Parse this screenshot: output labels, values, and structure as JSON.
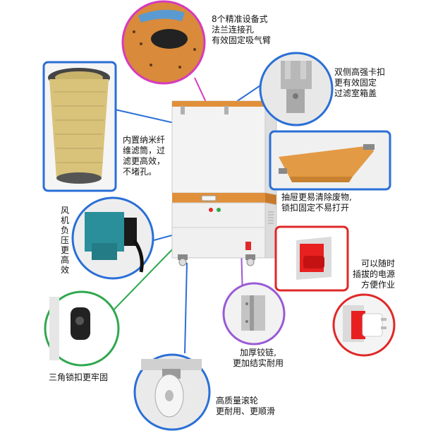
{
  "callouts": {
    "flange": [
      "8个精准设备式",
      "法兰连接孔",
      "有效固定吸气臂"
    ],
    "latch": [
      "双侧高强卡扣",
      "更有效固定",
      "过滤室箱盖"
    ],
    "filter": [
      "内置纳米纤",
      "维滤筒，过",
      "滤更高效，",
      "不堵孔。"
    ],
    "drawer": [
      "抽屉更易清除废物,",
      "锁扣固定不易打开"
    ],
    "fan": [
      "风",
      "机",
      "负",
      "压",
      "更",
      "高",
      "效"
    ],
    "plug": [
      "可以随时",
      "插拔的电源",
      "方便作业"
    ],
    "hinge": [
      "加厚铰链,",
      "更加结实耐用"
    ],
    "lock": [
      "三角锁扣更牢固"
    ],
    "wheel": [
      "高质量滚轮",
      "更耐用、更顺滑"
    ]
  },
  "colors": {
    "cabinet": "#f1f1f1",
    "orange_trim": "#e0903a",
    "magenta": "#d63bbd",
    "blue": "#2a6fd6",
    "green": "#2fa84f",
    "purple": "#9a5ad6",
    "red": "#e02828",
    "light_blue": "#3a8fe0"
  }
}
